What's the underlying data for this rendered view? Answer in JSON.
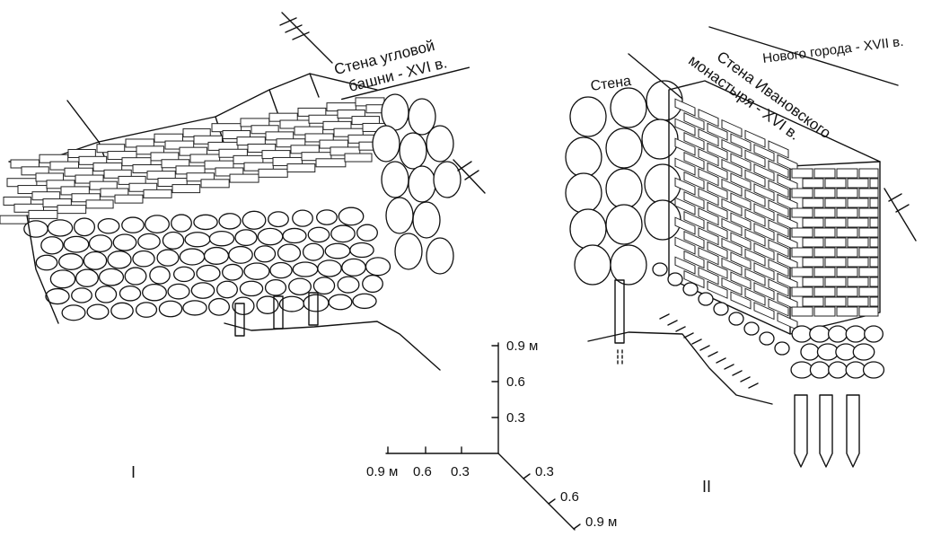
{
  "labels": {
    "corner_tower_wall": [
      "Стена угловой",
      "башни - XVI в."
    ],
    "wall": "Стена",
    "ivanovsky_wall": [
      "Стена Ивановского",
      "монастыря - XVI в."
    ],
    "new_town": "Нового города - XVII в.",
    "fig1": "I",
    "fig2": "II"
  },
  "scale": {
    "vertical": [
      "0.9 м",
      "0.6",
      "0.3"
    ],
    "horizontal": [
      "0.9 м",
      "0.6",
      "0.3"
    ],
    "depth": [
      "0.3",
      "0.6",
      "0.9 м"
    ]
  }
}
